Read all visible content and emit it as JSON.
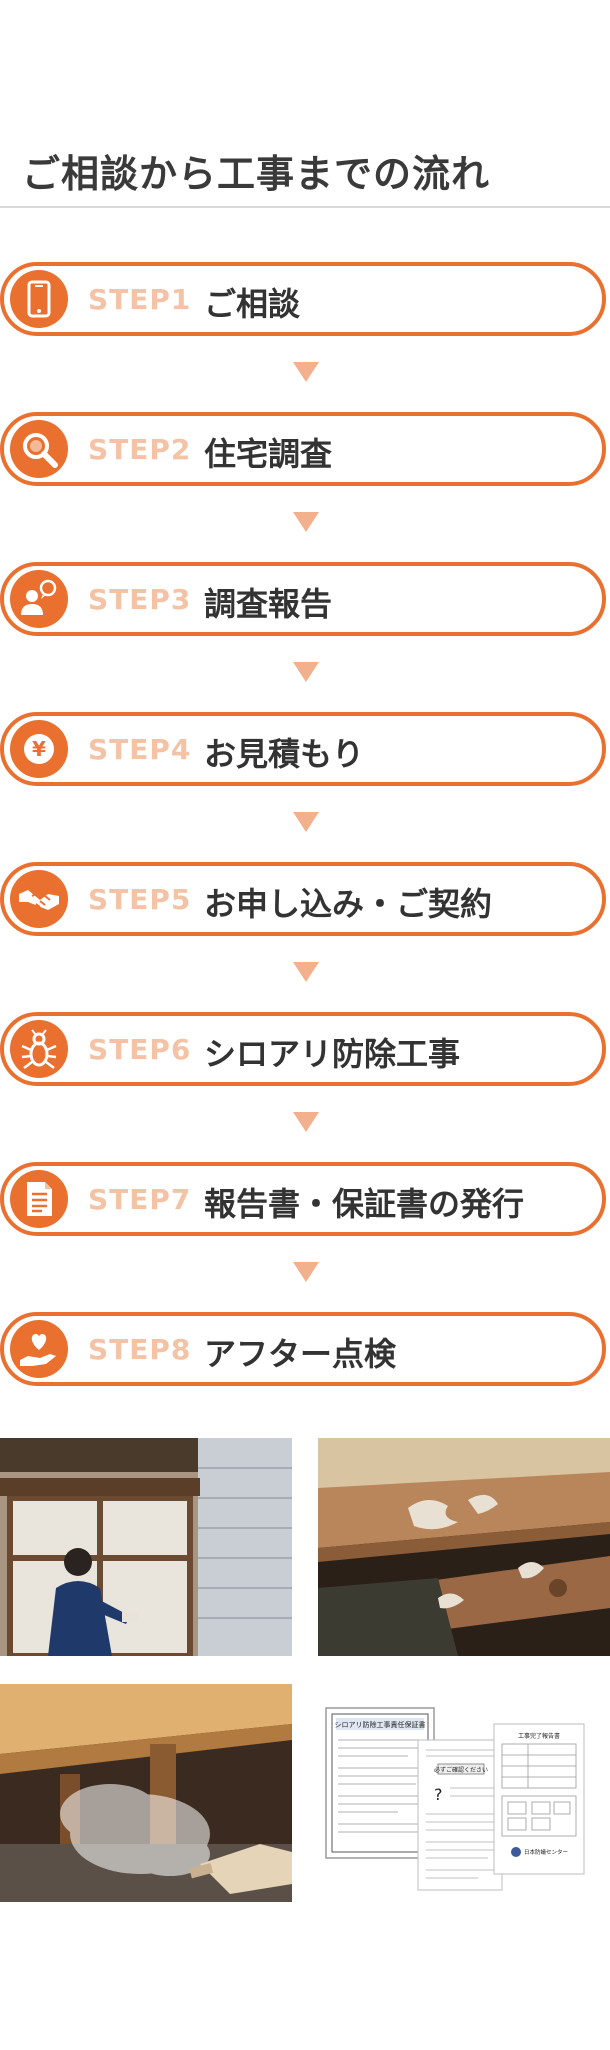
{
  "page": {
    "title": "ご相談から工事までの流れ"
  },
  "colors": {
    "accent": "#ea7030",
    "step_label": "#f4c3a6",
    "arrow": "#f2b08c"
  },
  "steps": [
    {
      "label": "STEP1",
      "title": "ご相談",
      "icon": "phone-icon"
    },
    {
      "label": "STEP2",
      "title": "住宅調査",
      "icon": "magnifier-icon"
    },
    {
      "label": "STEP3",
      "title": "調査報告",
      "icon": "person-speech-icon"
    },
    {
      "label": "STEP4",
      "title": "お見積もり",
      "icon": "yen-coin-icon"
    },
    {
      "label": "STEP5",
      "title": "お申し込み・ご契約",
      "icon": "handshake-icon"
    },
    {
      "label": "STEP6",
      "title": "シロアリ防除工事",
      "icon": "bug-icon"
    },
    {
      "label": "STEP7",
      "title": "報告書・保証書の発行",
      "icon": "document-icon"
    },
    {
      "label": "STEP8",
      "title": "アフター点検",
      "icon": "heart-hand-icon"
    }
  ],
  "document_photo": {
    "cert_title": "シロアリ防除工事責任保証書",
    "report_title": "工事完了報告書",
    "note": "必ずご確認ください",
    "seal": "日本防蟻センター"
  }
}
